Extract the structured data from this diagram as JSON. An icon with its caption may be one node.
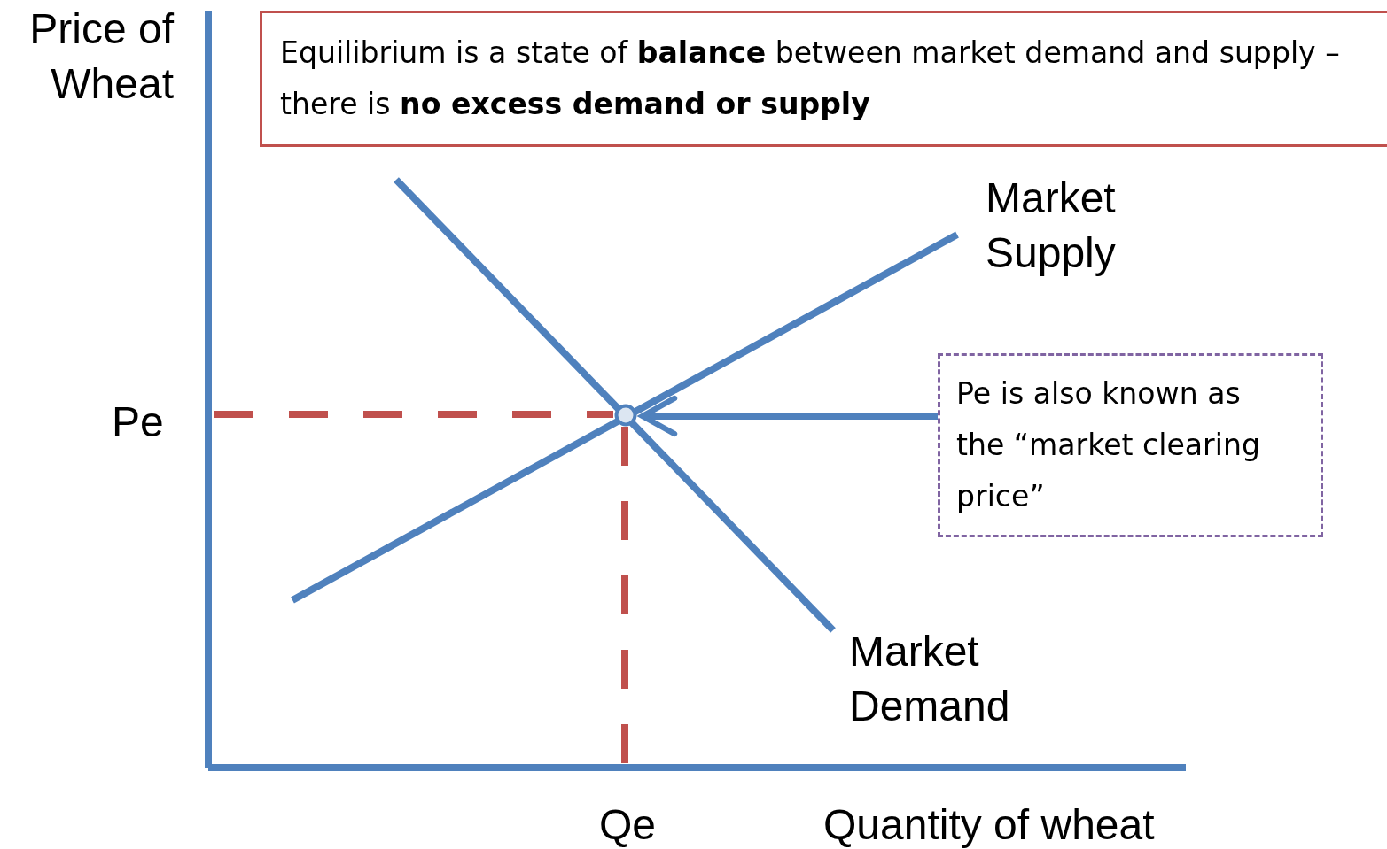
{
  "diagram": {
    "nodes": [
      {
        "text": [
          "Equilibrium is a state of **balance** between market demand and supply – there is **no excess demand or supply**"
        ]
      },
      {
        "text": [
          "Pe is also known as the “market clearing price”"
        ]
      },
      {
        "text": [],
        "shape": "circle"
      }
    ],
    "edges": [
      {
        "from": 1,
        "to": 2,
        "arrow": "to"
      }
    ],
    "labels": [
      "Price of Wheat",
      "Market Supply",
      "Pe",
      "Market Demand",
      "Qe",
      "Quantity of wheat"
    ]
  }
}
